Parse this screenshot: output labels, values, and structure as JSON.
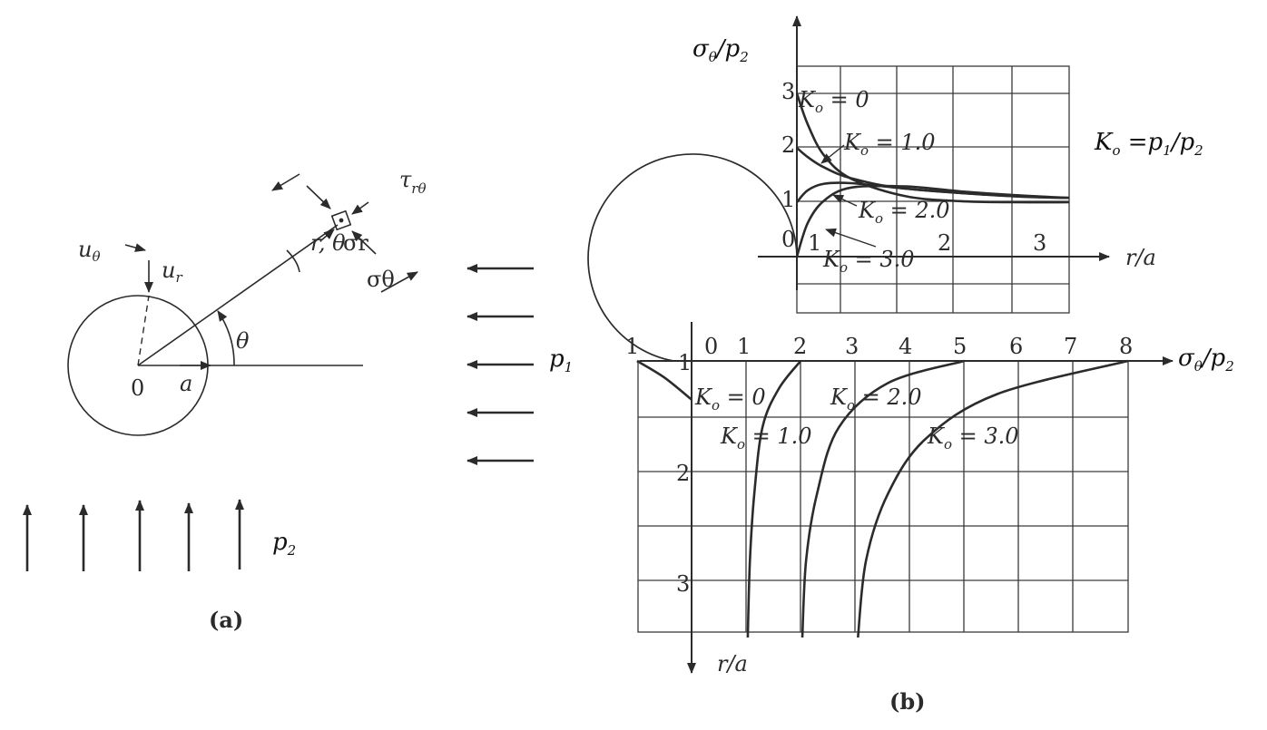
{
  "panel_a": {
    "caption": "(a)",
    "u_theta": "u",
    "u_theta_sub": "θ",
    "u_r": "u",
    "u_r_sub": "r",
    "theta": "θ",
    "origin": "0",
    "radius": "a",
    "r_theta": "r, θ",
    "tau": "τ",
    "tau_sub": "rθ",
    "sigma_r": "σr",
    "sigma_theta": "σθ",
    "p1": "p",
    "p1_sub": "1",
    "p2": "p",
    "p2_sub": "2"
  },
  "panel_b": {
    "caption": "(b)",
    "ratio_def": "K",
    "ratio_def_rest": " =p",
    "ratio_def_sub1": "o",
    "ratio_def_sub2": "1",
    "ratio_def_tail": "/p",
    "ratio_def_sub3": "2",
    "top_y_label": "σ",
    "top_y_label_sub": "θ",
    "top_y_label_tail": "/p",
    "top_y_label_sub2": "2",
    "top_x_label": "r/a",
    "bottom_x_label": "σ",
    "bottom_x_label_sub": "θ",
    "bottom_x_label_tail": "/p",
    "bottom_x_label_sub2": "2",
    "bottom_y_label": "r/a",
    "k": "K",
    "k_sub": "o",
    "top_labels": [
      " = 0",
      " = 1.0",
      " = 2.0",
      " = 3.0"
    ],
    "bottom_labels": [
      " = 0",
      " = 1.0",
      " = 2.0",
      " = 3.0"
    ],
    "top_y_ticks": [
      "3",
      "2",
      "1",
      "0"
    ],
    "top_x_ticks": [
      "1",
      "2",
      "3"
    ],
    "bottom_x_ticks": [
      "1",
      "0",
      "1",
      "2",
      "3",
      "4",
      "5",
      "6",
      "7",
      "8"
    ],
    "bottom_y_ticks": [
      "1",
      "2",
      "3"
    ]
  },
  "chart_data": [
    {
      "type": "line",
      "x_axis": "r/a",
      "y_axis": "σθ/p2",
      "series": [
        {
          "name": "Ko = 0",
          "x": [
            1.0,
            1.1,
            1.25,
            1.5,
            2.0,
            2.5,
            3.0,
            3.5
          ],
          "y": [
            3.0,
            2.43,
            1.86,
            1.43,
            1.11,
            1.02,
            1.0,
            1.0
          ]
        },
        {
          "name": "Ko = 1.0",
          "x": [
            1.0,
            1.1,
            1.25,
            1.5,
            2.0,
            3.0,
            3.5
          ],
          "y": [
            2.0,
            1.83,
            1.64,
            1.44,
            1.25,
            1.11,
            1.08
          ]
        },
        {
          "name": "Ko = 2.0",
          "x": [
            1.0,
            1.1,
            1.25,
            1.5,
            2.0,
            2.5,
            3.0,
            3.5
          ],
          "y": [
            1.0,
            1.22,
            1.34,
            1.35,
            1.25,
            1.17,
            1.11,
            1.08
          ]
        },
        {
          "name": "Ko = 3.0",
          "x": [
            1.0,
            1.1,
            1.25,
            1.5,
            2.0,
            2.5,
            3.0,
            3.5
          ],
          "y": [
            0.0,
            0.62,
            1.03,
            1.27,
            1.29,
            1.2,
            1.13,
            1.08
          ]
        }
      ]
    },
    {
      "type": "line",
      "x_axis": "σθ/p2",
      "y_axis": "r/a",
      "series": [
        {
          "name": "Ko = 0",
          "x": [
            -1.0,
            -0.5,
            0.0
          ],
          "y": [
            1.0,
            1.15,
            1.35
          ]
        },
        {
          "name": "Ko = 1.0",
          "x": [
            2.0,
            1.6,
            1.3,
            1.15,
            1.07,
            1.03
          ],
          "y": [
            1.0,
            1.25,
            1.6,
            2.2,
            2.8,
            3.5
          ]
        },
        {
          "name": "Ko = 2.0",
          "x": [
            5.0,
            3.6,
            2.7,
            2.3,
            2.1,
            2.03
          ],
          "y": [
            1.0,
            1.2,
            1.6,
            2.2,
            2.8,
            3.5
          ]
        },
        {
          "name": "Ko = 3.0",
          "x": [
            8.0,
            5.6,
            4.3,
            3.6,
            3.2,
            3.05
          ],
          "y": [
            1.0,
            1.3,
            1.7,
            2.2,
            2.8,
            3.5
          ]
        }
      ]
    }
  ]
}
